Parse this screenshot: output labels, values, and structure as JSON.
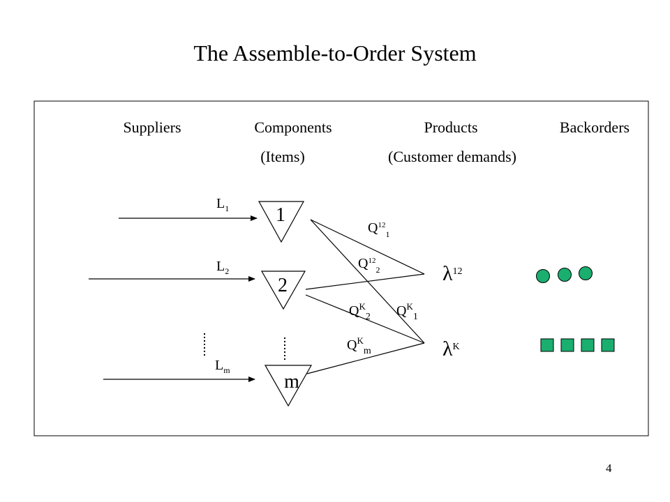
{
  "title": "The Assemble-to-Order System",
  "page_number": "4",
  "columns": {
    "suppliers": "Suppliers",
    "components": "Components",
    "components_sub": "(Items)",
    "products": "Products",
    "products_sub": "(Customer demands)",
    "backorders": "Backorders"
  },
  "lead_times": [
    {
      "base": "L",
      "sub": "1"
    },
    {
      "base": "L",
      "sub": "2"
    },
    {
      "base": "L",
      "sub": "m"
    }
  ],
  "items": [
    "1",
    "2",
    "m"
  ],
  "demands": [
    {
      "base": "λ",
      "sup": "12"
    },
    {
      "base": "λ",
      "sup": "K"
    }
  ],
  "edge_labels": [
    {
      "base": "Q",
      "sup": "12",
      "sub": "1"
    },
    {
      "base": "Q",
      "sup": "12",
      "sub": "2"
    },
    {
      "base": "Q",
      "sup": "K",
      "sub": "2"
    },
    {
      "base": "Q",
      "sup": "K",
      "sub": "1"
    },
    {
      "base": "Q",
      "sup": "K",
      "sub": "m"
    }
  ],
  "backorder_counts": {
    "circles": 3,
    "squares": 4
  },
  "colors": {
    "backorder_fill": "#1aae6f",
    "line": "#000000"
  }
}
